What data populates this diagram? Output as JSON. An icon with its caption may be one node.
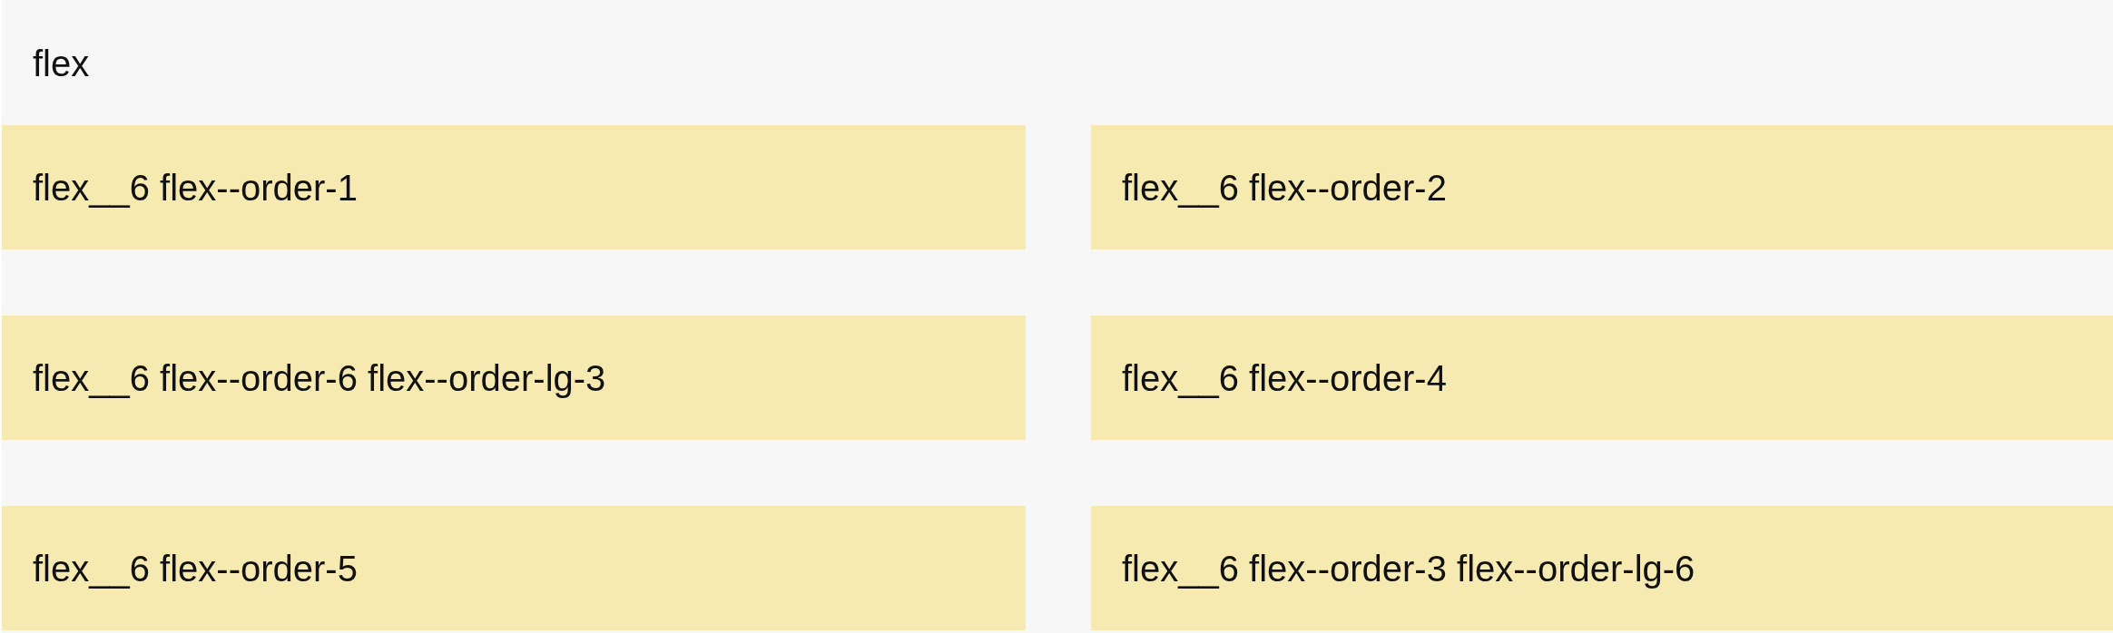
{
  "diagram": {
    "nodes": [
      {
        "text": [
          "flex"
        ]
      },
      {
        "text": [
          "flex__6 flex--order-1"
        ],
        "in": 0
      },
      {
        "text": [
          "flex__6 flex--order-2"
        ],
        "in": 0
      },
      {
        "text": [
          "flex__6 flex--order-6 flex--order-lg-3"
        ],
        "in": 0
      },
      {
        "text": [
          "flex__6 flex--order-4"
        ],
        "in": 0
      },
      {
        "text": [
          "flex__6 flex--order-5"
        ],
        "in": 0
      },
      {
        "text": [
          "flex__6 flex--order-3 flex--order-lg-6"
        ],
        "in": 0
      }
    ]
  }
}
